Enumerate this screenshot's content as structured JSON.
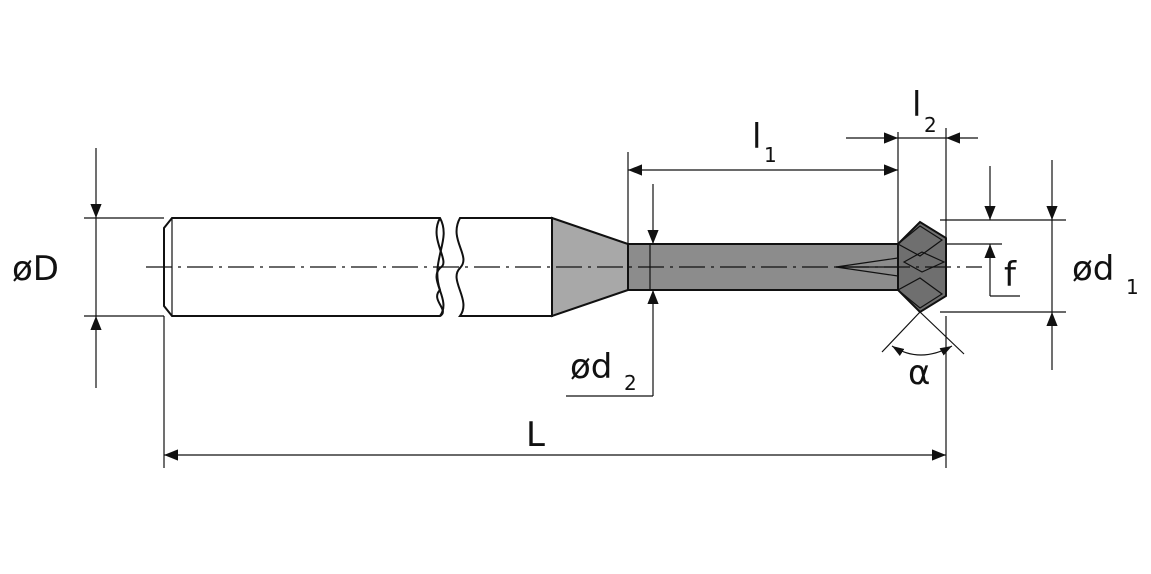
{
  "labels": {
    "shank_diameter": "øD",
    "neck_diameter": "ød",
    "neck_diameter_sub": "2",
    "head_diameter": "ød",
    "head_diameter_sub": "1",
    "neck_length": "l",
    "neck_length_sub": "1",
    "head_length": "l",
    "head_length_sub": "2",
    "total_length": "L",
    "chamfer": "f",
    "angle": "α"
  },
  "colors": {
    "line": "#111111",
    "neck_fill": "#8c8c8c",
    "taper_fill": "#a8a8a8",
    "head_fill": "#6f6f6f",
    "head_light": "#b5b5b5"
  }
}
